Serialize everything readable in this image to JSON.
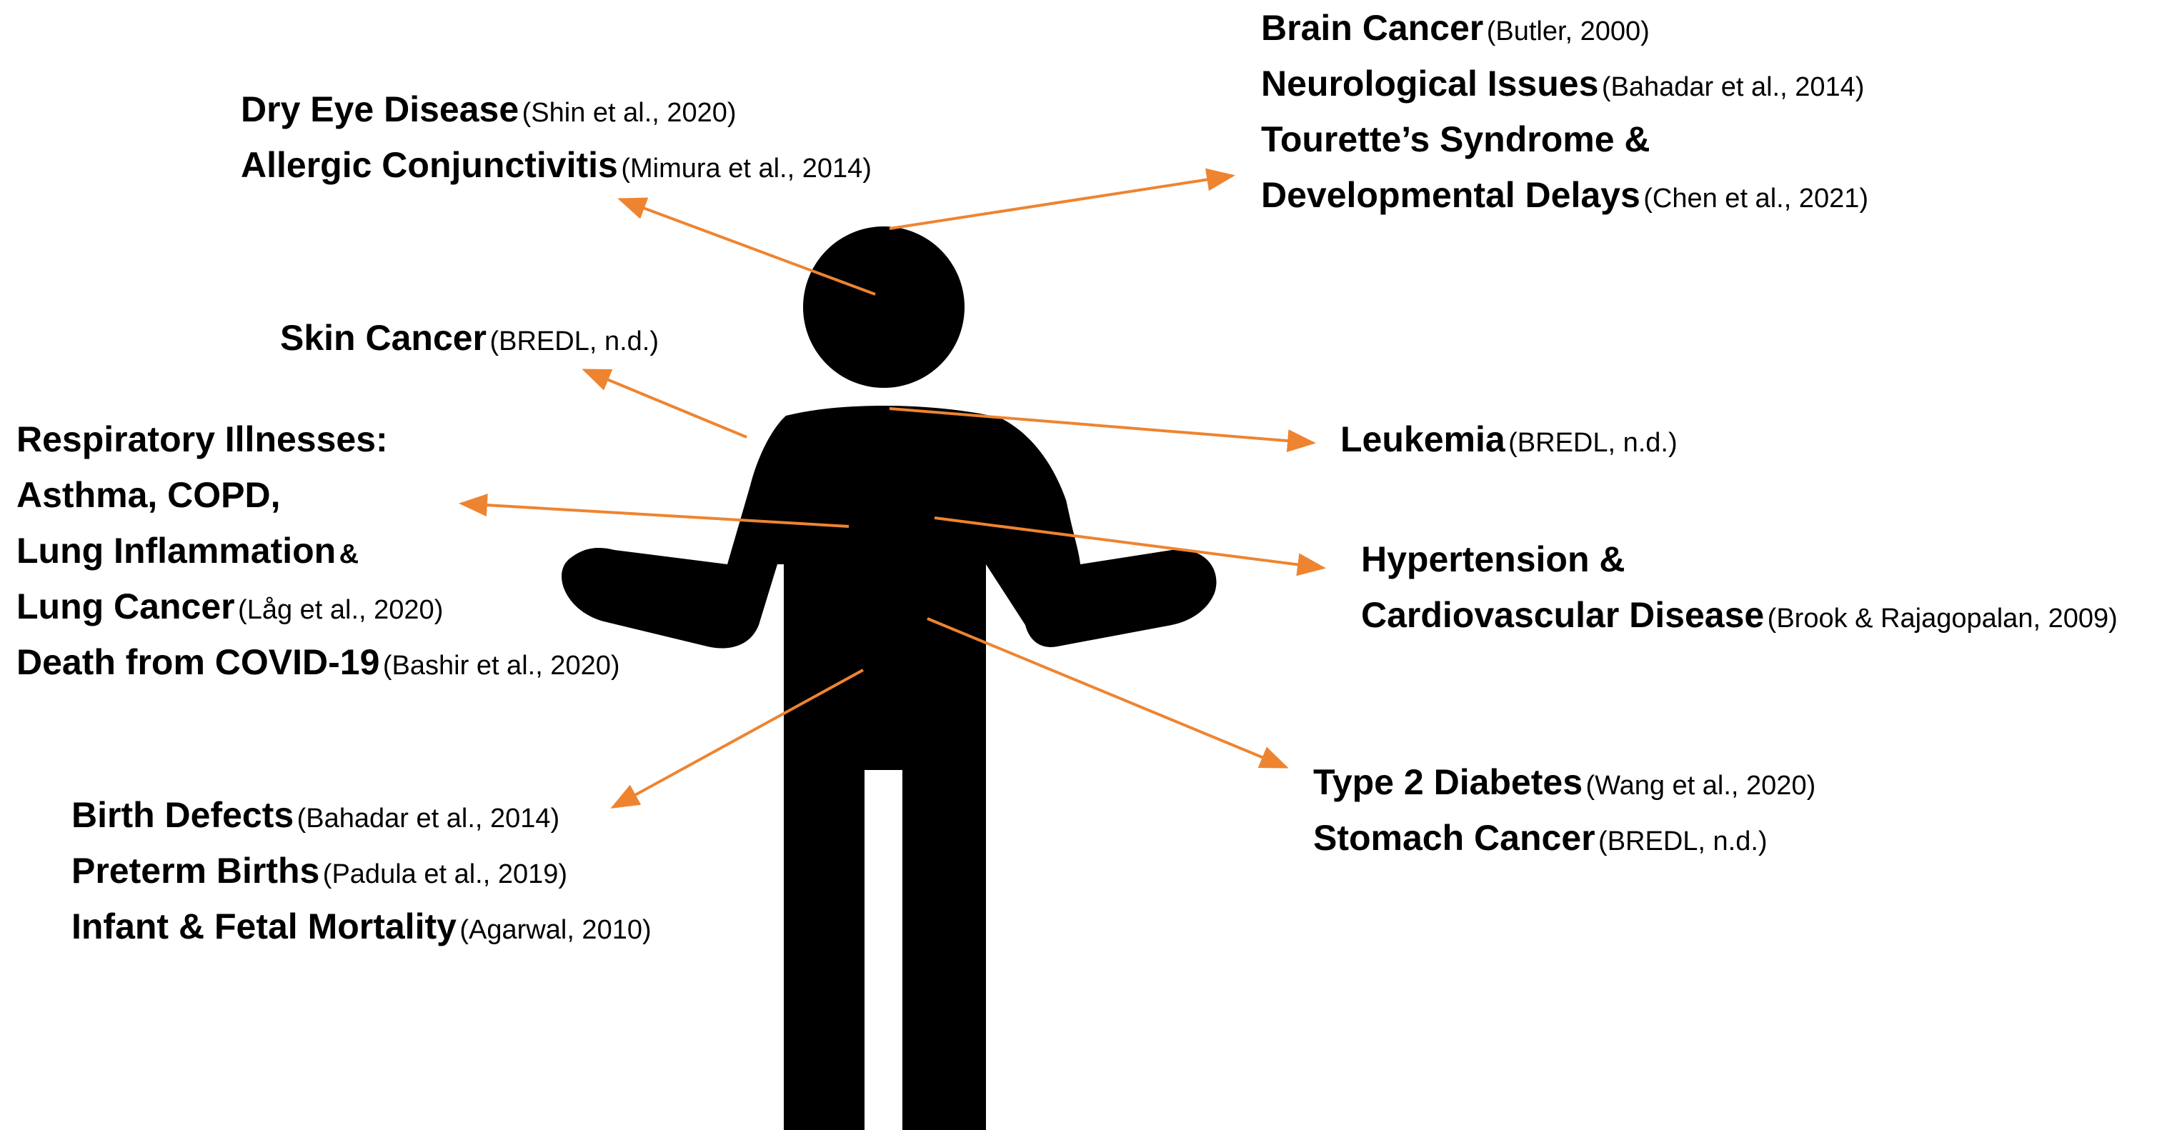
{
  "colors": {
    "figure": "#000000",
    "arrow": "#ee8430",
    "background": "#ffffff"
  },
  "labels": {
    "eyes": {
      "l1": {
        "title": "Dry Eye Disease",
        "cite": "(Shin et al., 2020)"
      },
      "l2": {
        "title": "Allergic Conjunctivitis",
        "cite": "(Mimura et al., 2014)"
      }
    },
    "brain": {
      "l1": {
        "title": "Brain Cancer",
        "cite": "(Butler, 2000)"
      },
      "l2": {
        "title": "Neurological Issues",
        "cite": "(Bahadar et al., 2014)"
      },
      "l3": {
        "title": "Tourette’s Syndrome &"
      },
      "l4": {
        "title": "Developmental Delays",
        "cite": "(Chen et al., 2021)"
      }
    },
    "skin": {
      "l1": {
        "title": "Skin Cancer",
        "cite": "(BREDL, n.d.)"
      }
    },
    "blood": {
      "l1": {
        "title": "Leukemia",
        "cite": "(BREDL, n.d.)"
      }
    },
    "respiratory": {
      "l1": {
        "title": "Respiratory Illnesses:"
      },
      "l2": {
        "title": "Asthma, COPD,"
      },
      "l3": {
        "title": "Lung Inflammation",
        "amp": "&"
      },
      "l4": {
        "title": "Lung Cancer",
        "cite": "(Låg et al., 2020)"
      },
      "l5": {
        "title": "Death from COVID-19",
        "cite": "(Bashir et al., 2020)"
      }
    },
    "heart": {
      "l1": {
        "title": "Hypertension &"
      },
      "l2": {
        "title": "Cardiovascular Disease",
        "cite": "(Brook & Rajagopalan, 2009)"
      }
    },
    "abdomen": {
      "l1": {
        "title": "Type 2 Diabetes",
        "cite": "(Wang et al., 2020)"
      },
      "l2": {
        "title": "Stomach Cancer",
        "cite": "(BREDL, n.d.)"
      }
    },
    "birth": {
      "l1": {
        "title": "Birth Defects",
        "cite": "(Bahadar et al., 2014)"
      },
      "l2": {
        "title": "Preterm Births",
        "cite": "(Padula et al., 2019)"
      },
      "l3": {
        "title": "Infant & Fetal Mortality",
        "cite": "(Agarwal, 2010)"
      }
    }
  }
}
